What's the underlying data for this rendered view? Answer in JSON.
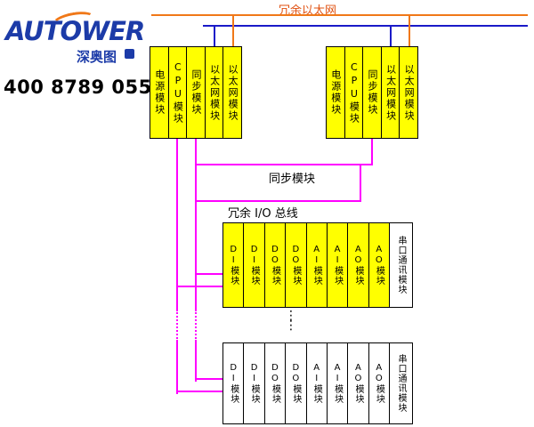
{
  "brand": {
    "logo_text": "AUTOWER",
    "logo_cn": "深奥图",
    "phone": "400 8789 055"
  },
  "labels": {
    "ethernet": "冗余以太网",
    "sync": "同步模块",
    "iobus": "冗余 I/O 总线",
    "continuation": "⋮\n⋮"
  },
  "cpu_rack_modules": [
    "电源模块",
    "CPU模块",
    "同步模块",
    "以太网模块",
    "以太网模块"
  ],
  "io_rack_modules": [
    "DI模块",
    "DI模块",
    "DO模块",
    "DO模块",
    "AI模块",
    "AI模块",
    "AO模块",
    "AO模块",
    "串口通讯模块"
  ],
  "colors": {
    "ethernet_orange": "#f07818",
    "ethernet_blue": "#1a1ac8",
    "bus_magenta": "#ff00ff",
    "module_yellow": "#ffff00",
    "logo_blue": "#1c3ba8",
    "ethernet_label_color": "#e05010"
  }
}
